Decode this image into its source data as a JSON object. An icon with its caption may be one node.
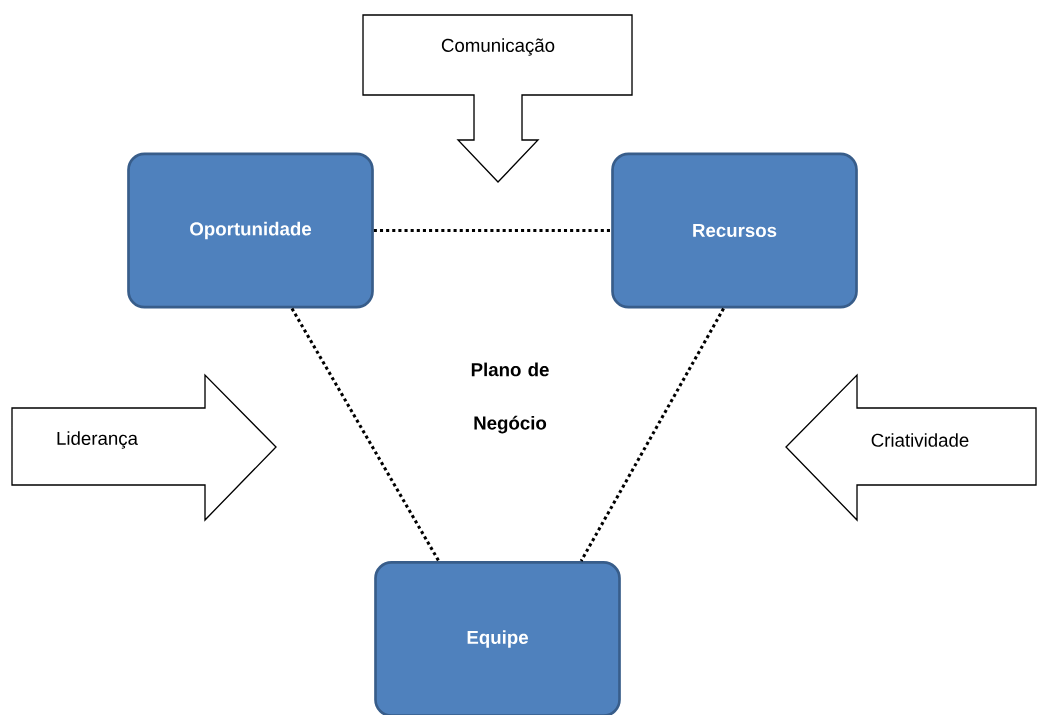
{
  "diagram": {
    "nodes": [
      {
        "text": [
          "Oportunidade"
        ]
      },
      {
        "text": [
          "Recursos"
        ]
      },
      {
        "text": [
          "Equipe"
        ]
      },
      {
        "text": [
          "Comunicação"
        ]
      },
      {
        "text": [
          "Liderança"
        ]
      },
      {
        "text": [
          "Criatividade"
        ]
      }
    ],
    "edges": [
      {
        "from": 0,
        "to": 1,
        "arrow": "none"
      },
      {
        "from": 0,
        "to": 2,
        "arrow": "none"
      },
      {
        "from": 1,
        "to": 2,
        "arrow": "none"
      }
    ],
    "labels": [
      "Plano de Negócio"
    ]
  }
}
